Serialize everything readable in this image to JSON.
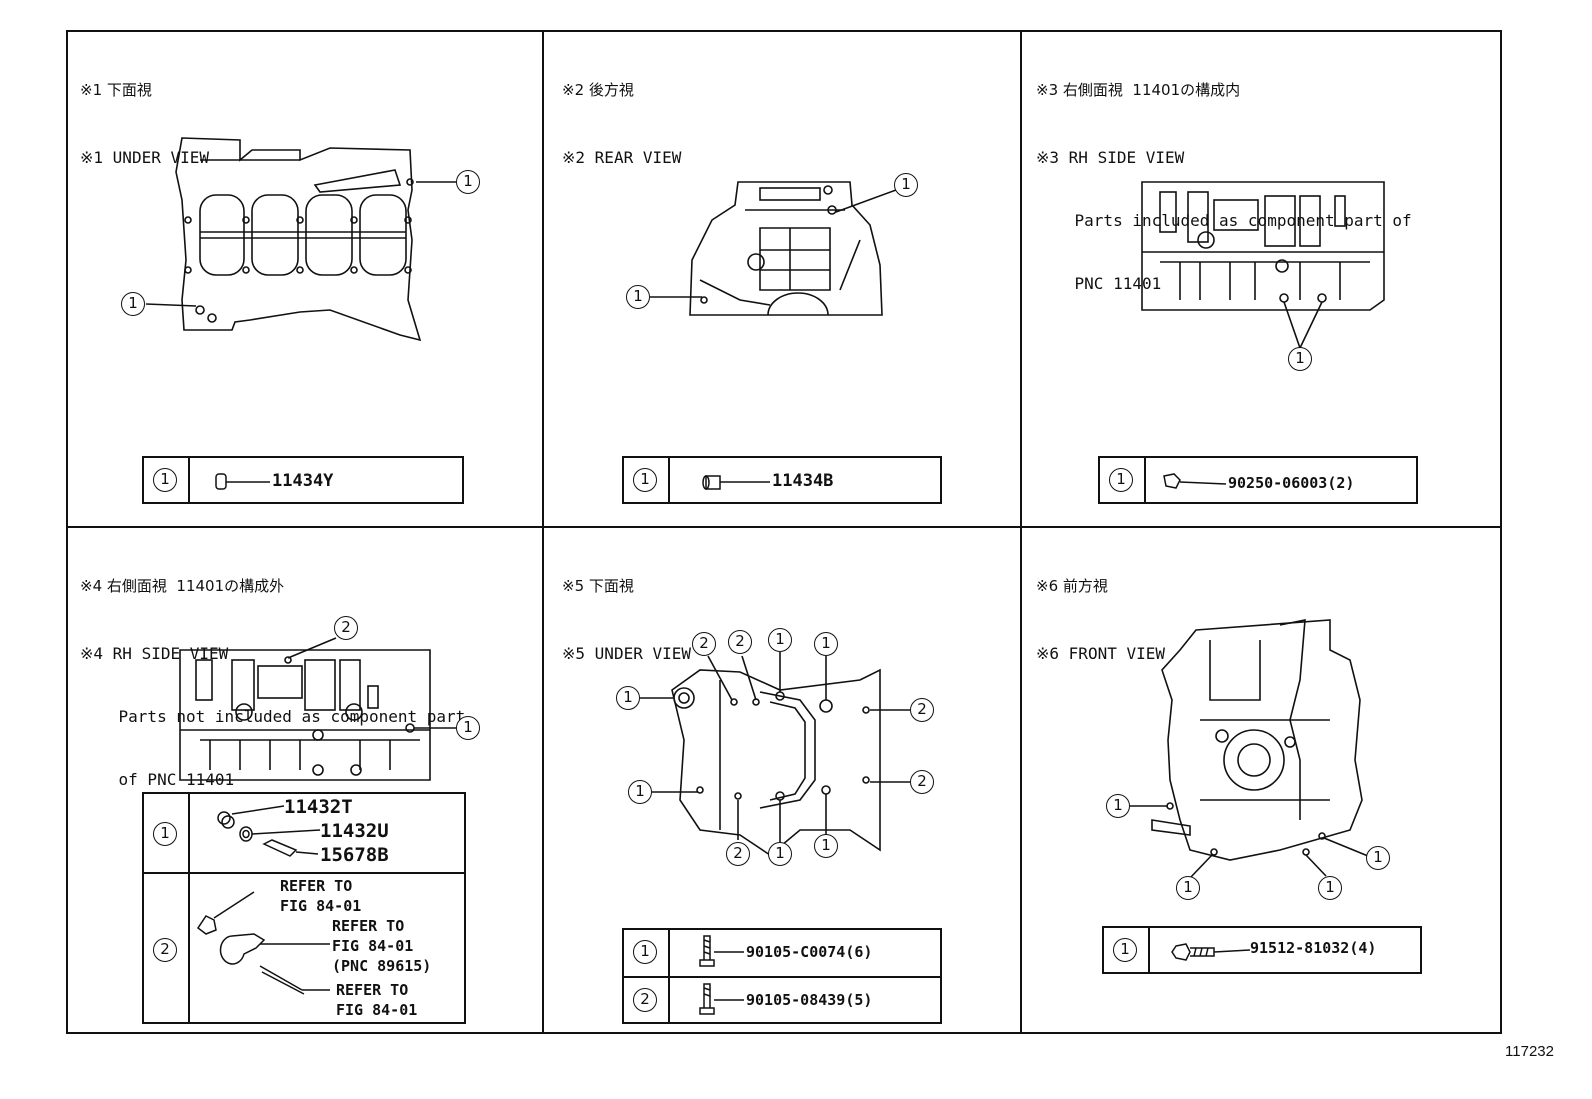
{
  "panels": [
    {
      "jp": "※1 下面視",
      "en": "※1 UNDER VIEW"
    },
    {
      "jp": "※2 後方視",
      "en": "※2 REAR VIEW"
    },
    {
      "jp": "※3 右側面視  11401の構成内",
      "en": "※3 RH SIDE VIEW",
      "note1": "    Parts included as component part of",
      "note2": "    PNC 11401"
    },
    {
      "jp": "※4 右側面視  11401の構成外",
      "en": "※4 RH SIDE VIEW",
      "note1": "    Parts not included as component part",
      "note2": "    of PNC 11401"
    },
    {
      "jp": "※5 下面視",
      "en": "※5 UNDER VIEW"
    },
    {
      "jp": "※6 前方視",
      "en": "※6 FRONT VIEW"
    }
  ],
  "callouts": {
    "one": "1",
    "two": "2"
  },
  "legends": {
    "p1": {
      "part": "11434Y"
    },
    "p2": {
      "part": "11434B"
    },
    "p3": {
      "part": "90250-06003(2)"
    },
    "p4": {
      "parts1": [
        "11432T",
        "11432U",
        "15678B"
      ],
      "ref1": "REFER TO\nFIG 84-01",
      "ref2": "REFER TO\nFIG 84-01\n(PNC 89615)",
      "ref3": "REFER TO\nFIG 84-01"
    },
    "p5": {
      "part1": "90105-C0074(6)",
      "part2": "90105-08439(5)"
    },
    "p6": {
      "part": "91512-81032(4)"
    }
  },
  "figure_number": "117232"
}
